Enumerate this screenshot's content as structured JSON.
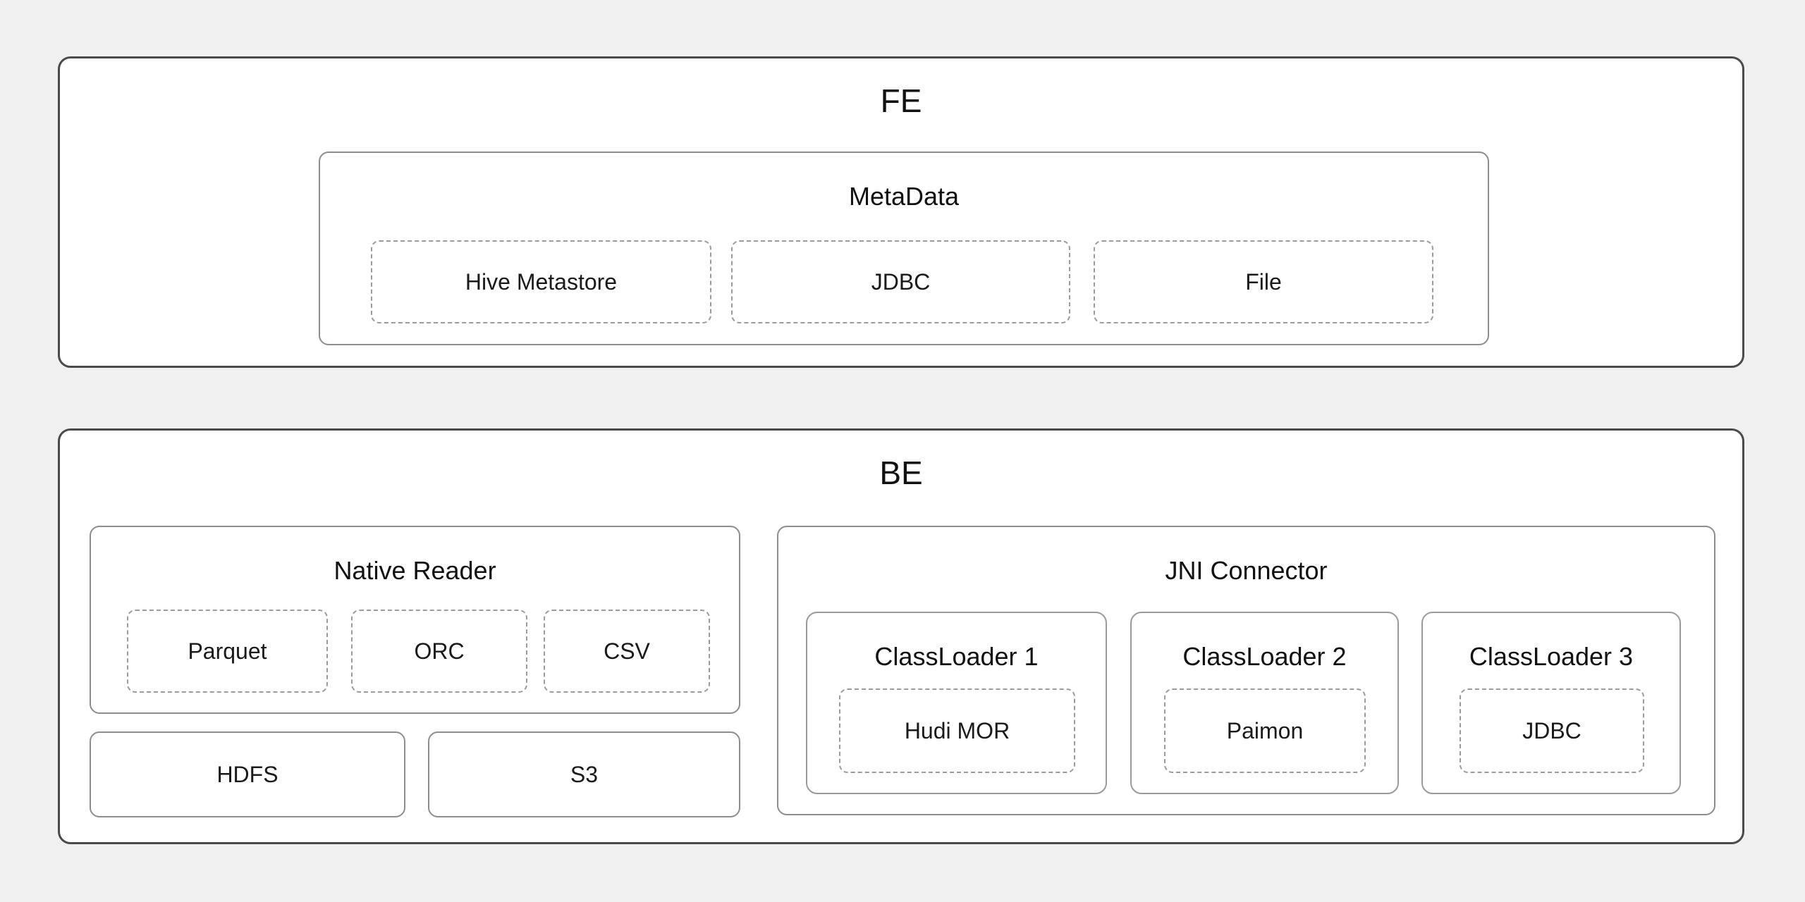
{
  "colors": {
    "page_background": "#f0f0f0",
    "box_fill": "#ffffff",
    "outer_border": "#4a4a4a",
    "inner_border": "#8d8d8d",
    "dashed_border": "#9b9b9b",
    "text": "#1a1a1a"
  },
  "fe": {
    "title": "FE",
    "metadata": {
      "title": "MetaData",
      "items": [
        "Hive Metastore",
        "JDBC",
        "File"
      ]
    }
  },
  "be": {
    "title": "BE",
    "native_reader": {
      "title": "Native Reader",
      "items": [
        "Parquet",
        "ORC",
        "CSV"
      ]
    },
    "storage": {
      "hdfs": "HDFS",
      "s3": "S3"
    },
    "jni_connector": {
      "title": "JNI Connector",
      "classloaders": [
        {
          "title": "ClassLoader 1",
          "item": "Hudi MOR"
        },
        {
          "title": "ClassLoader 2",
          "item": "Paimon"
        },
        {
          "title": "ClassLoader 3",
          "item": "JDBC"
        }
      ]
    }
  }
}
